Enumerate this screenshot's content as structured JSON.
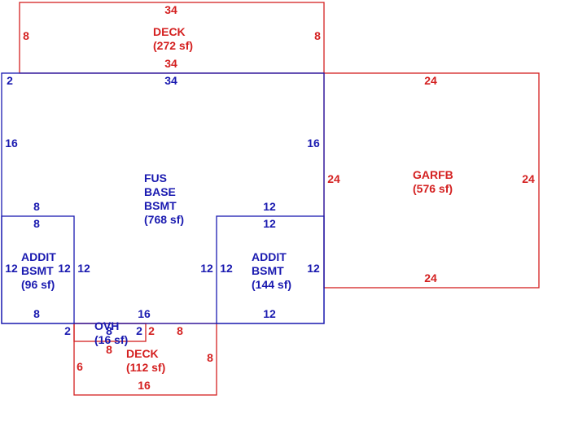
{
  "colors": {
    "red": "#d42020",
    "blue": "#1a1ab0"
  },
  "areas": {
    "deck_top": {
      "lines": [
        "DECK",
        "(272 sf)"
      ]
    },
    "main": {
      "lines": [
        "FUS",
        "BASE",
        "BSMT",
        "(768 sf)"
      ]
    },
    "garage": {
      "lines": [
        "GARFB",
        "(576 sf)"
      ]
    },
    "addit_left": {
      "lines": [
        "ADDIT",
        "BSMT",
        "(96 sf)"
      ]
    },
    "addit_right": {
      "lines": [
        "ADDIT",
        "BSMT",
        "(144 sf)"
      ]
    },
    "ovh": {
      "lines": [
        "OVH",
        "(16 sf)"
      ]
    },
    "deck_bottom": {
      "lines": [
        "DECK",
        "(112 sf)"
      ]
    }
  },
  "dims": {
    "deck_top": {
      "top": "34",
      "bottom": "34",
      "left": "8",
      "right": "8"
    },
    "main": {
      "top": "34",
      "left": "16",
      "right": "16",
      "corner": "2",
      "bottom": "16"
    },
    "garage": {
      "top": "24",
      "bottom": "24",
      "left": "24",
      "right": "24"
    },
    "addit_left": {
      "top_outer": "8",
      "top_inner": "8",
      "left": "12",
      "right_a": "12",
      "right_b": "12",
      "bottom": "8"
    },
    "addit_right": {
      "top_outer": "12",
      "top_inner": "12",
      "left_a": "12",
      "left_b": "12",
      "right": "12",
      "bottom": "12"
    },
    "ovh": {
      "left": "2",
      "right": "2",
      "top_a": "8",
      "top_b": "8",
      "inner": "2"
    },
    "deck_bottom": {
      "top": "8",
      "left": "6",
      "right": "8",
      "bottom": "16"
    }
  }
}
